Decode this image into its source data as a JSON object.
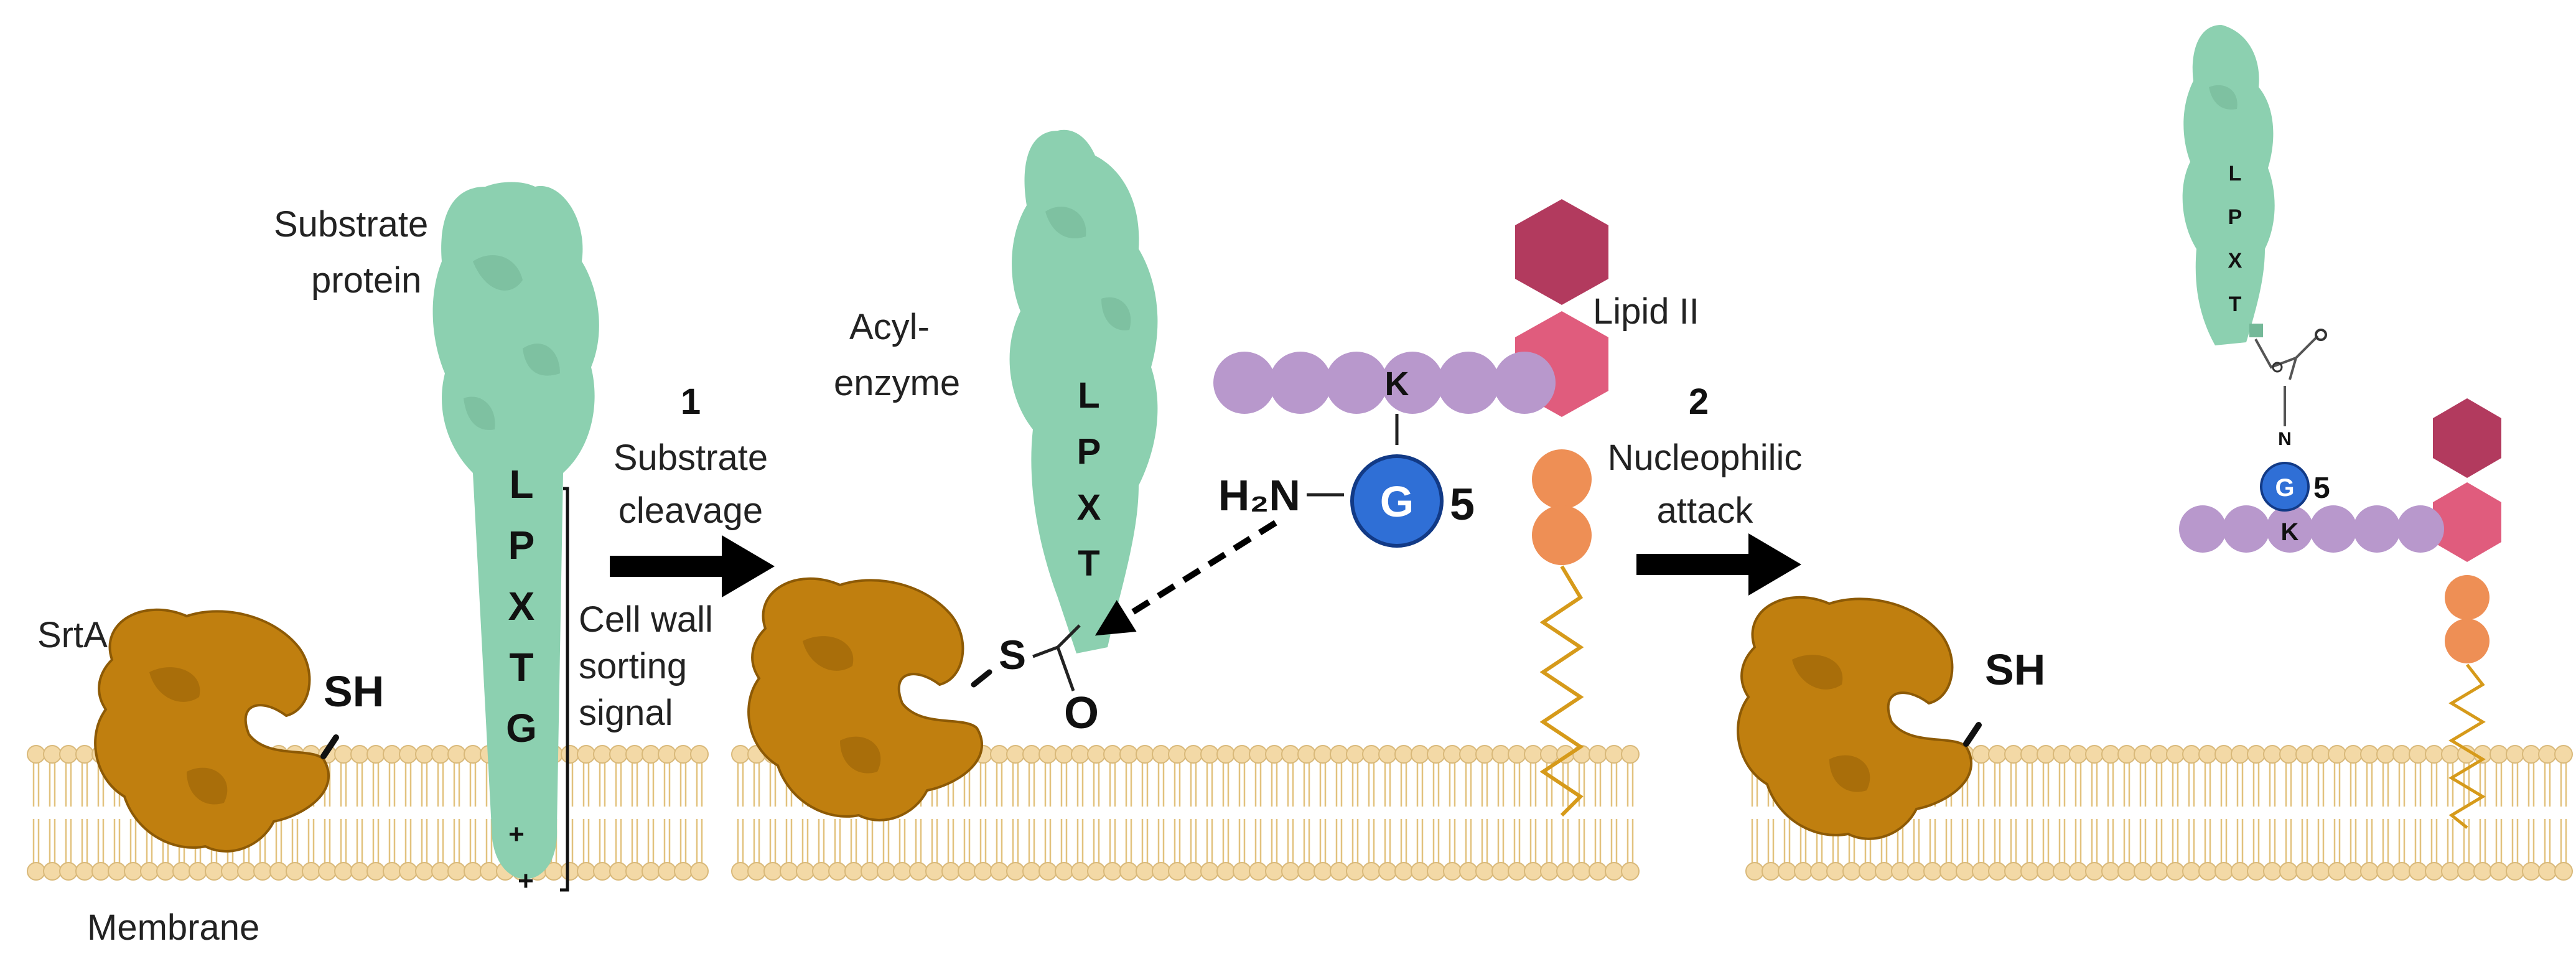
{
  "colors": {
    "membrane_head": "#f3d9a6",
    "membrane_stroke": "#d9b97a",
    "membrane_tail": "#e2c27e",
    "enzyme": "#c07f0f",
    "enzyme_dark": "#8d5a05",
    "protein": "#8cd0b0",
    "protein_dark": "#74b898",
    "lipid_top": "#b23a5e",
    "lipid_mid": "#e05c7d",
    "lipid_ball": "#ee8f55",
    "peptide": "#b898cc",
    "glycine": "#2f6fd6",
    "arrow": "#000000"
  },
  "panel1": {
    "enzyme_label": "SrtA",
    "thiol": "SH",
    "substrate_label_line1": "Substrate",
    "substrate_label_line2": "protein",
    "motif": [
      "L",
      "P",
      "X",
      "T",
      "G"
    ],
    "signal_label_line1": "Cell wall",
    "signal_label_line2": "sorting",
    "signal_label_line3": "signal",
    "charges": [
      "+",
      "+"
    ],
    "membrane_label": "Membrane"
  },
  "step1": {
    "number": "1",
    "label_line1": "Substrate",
    "label_line2": "cleavage"
  },
  "panel2": {
    "acyl_label_line1": "Acyl-",
    "acyl_label_line2": "enzyme",
    "motif": [
      "L",
      "P",
      "X",
      "T"
    ],
    "sulfur": "S",
    "oxygen": "O",
    "amine": "H₂N",
    "lysine": "K",
    "glycine": "G",
    "gly_count": "5",
    "lipid_label": "Lipid II"
  },
  "step2": {
    "number": "2",
    "label_line1": "Nucleophilic",
    "label_line2": "attack"
  },
  "panel3": {
    "thiol": "SH",
    "motif": [
      "L",
      "P",
      "X",
      "T"
    ],
    "nitrogen": "N",
    "glycine": "G",
    "gly_count": "5",
    "lysine": "K"
  }
}
